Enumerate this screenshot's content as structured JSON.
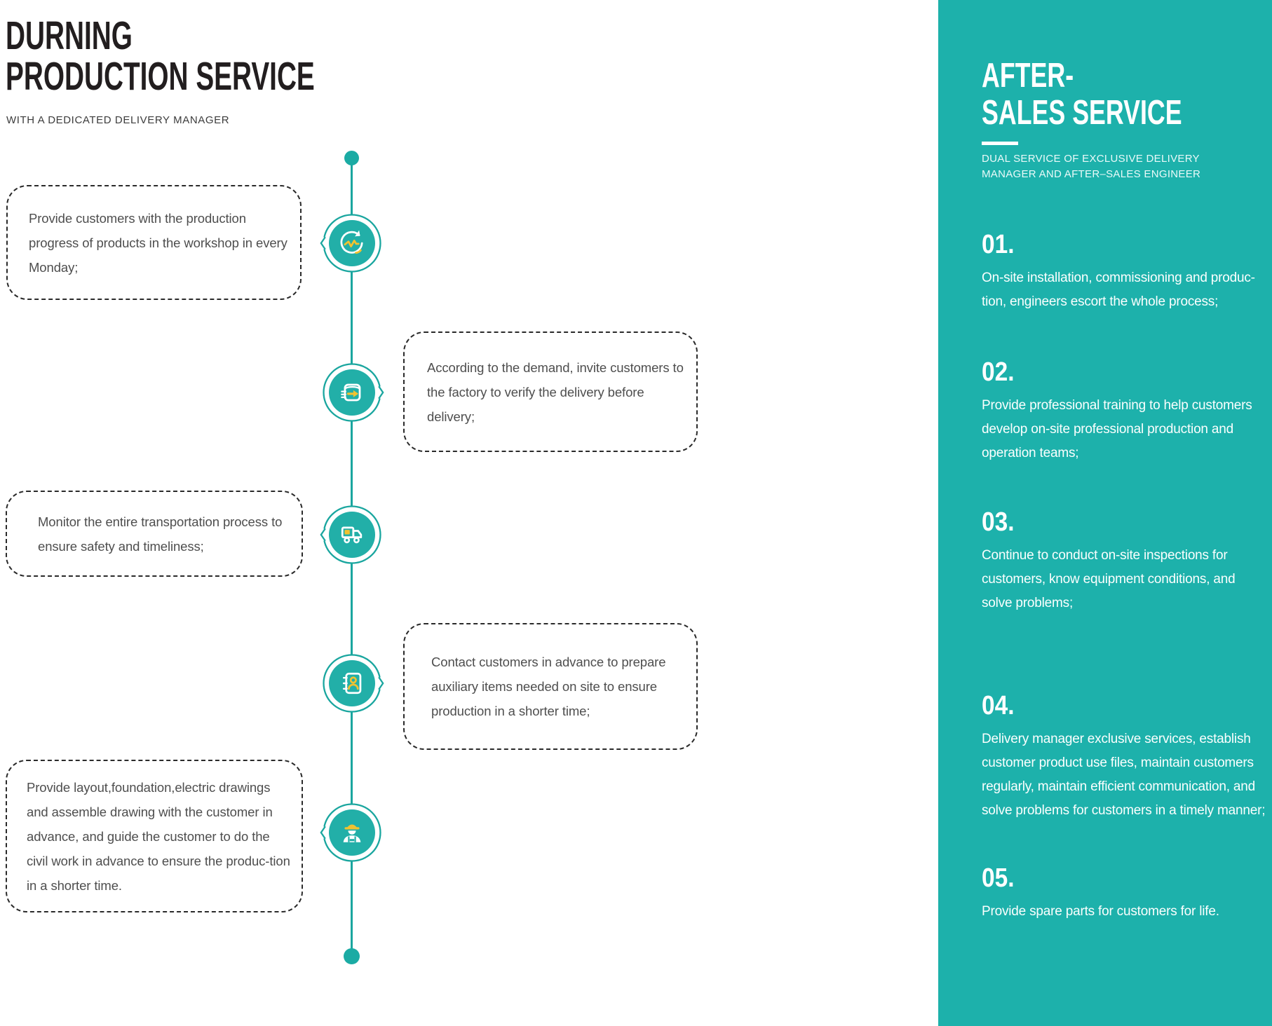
{
  "left": {
    "title_line1": "DURNING",
    "title_line2": "PRODUCTION SERVICE",
    "subtitle": "WITH A DEDICATED DELIVERY MANAGER",
    "steps": [
      {
        "side": "left",
        "icon": "progress-cycle-icon",
        "text": "Provide customers with the production progress of products in the workshop in every Monday;"
      },
      {
        "side": "right",
        "icon": "dispatch-box-icon",
        "text": "According to the demand, invite customers to the factory to verify the delivery before delivery;"
      },
      {
        "side": "left",
        "icon": "truck-icon",
        "text": "Monitor the entire transportation process to ensure safety and timeliness;"
      },
      {
        "side": "right",
        "icon": "contact-book-icon",
        "text": "Contact customers in advance to prepare auxiliary items needed on site to ensure production in a shorter time;"
      },
      {
        "side": "left",
        "icon": "worker-icon",
        "text": "Provide layout,foundation,electric drawings and assemble drawing with the customer in advance, and guide the customer to do the civil work in advance to ensure the produc-tion in a shorter time."
      }
    ]
  },
  "right_panel": {
    "title_line1": "AFTER-",
    "title_line2": "SALES SERVICE",
    "subtitle": "DUAL SERVICE OF EXCLUSIVE DELIVERY MANAGER AND AFTER–SALES ENGINEER",
    "items": [
      {
        "number": "01.",
        "text": "On-site installation, commissioning and produc-tion, engineers escort the whole process;"
      },
      {
        "number": "02.",
        "text": "Provide professional training to help customers develop on-site professional production and operation teams;"
      },
      {
        "number": "03.",
        "text": "Continue to conduct on-site inspections for customers, know equipment conditions, and solve problems;"
      },
      {
        "number": "04.",
        "text": "Delivery manager exclusive services, establish customer product use files, maintain customers regularly, maintain efficient communication, and solve problems for customers in a timely manner;"
      },
      {
        "number": "05.",
        "text": "Provide spare parts for customers for life."
      }
    ]
  },
  "colors": {
    "teal_panel": "#1DB1AB",
    "teal_circle": "#22AFA8",
    "teal_line": "#1AA69F",
    "accent_yellow": "#F1C230",
    "title_black": "#221E1F",
    "body_gray": "#4E4E4E"
  }
}
